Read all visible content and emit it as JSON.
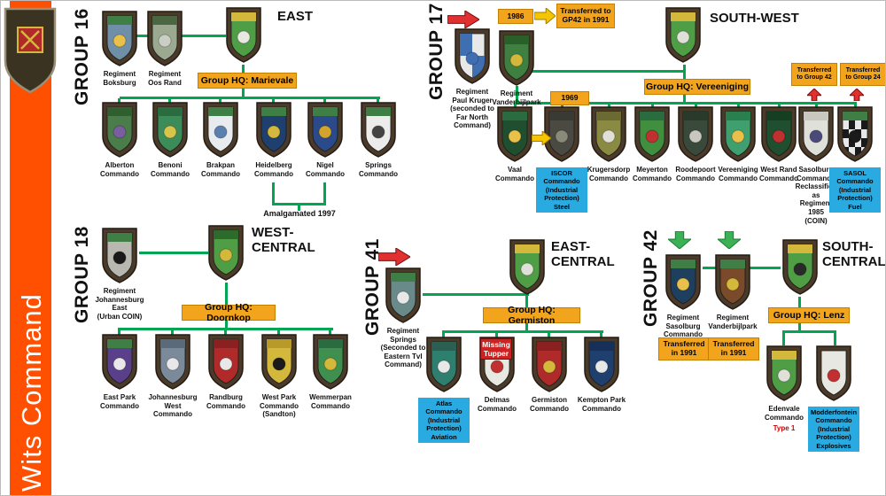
{
  "sidebar": {
    "title": "Wits Command",
    "color": "#fe5000",
    "text_color": "#ffffff"
  },
  "command_badge": {
    "frame": "#3a3322",
    "field": "#b02a2a",
    "emblem": "#d4b83c"
  },
  "colors": {
    "line": "#00a651",
    "yellow_box": "#f2a41c",
    "blue_box": "#29abe2",
    "red_box": "#cc2222",
    "red_arrow": "#e03030",
    "green_arrow": "#3cb054",
    "yellow_arrow": "#f5c500"
  },
  "groups": [
    {
      "name": "GROUP 16",
      "region": "EAST",
      "hq_box": "Group HQ: Marievale",
      "hq_badge": {
        "colors": {
          "field": "#4f9e45",
          "chief": "#d4b83c",
          "emblem": "#e8e8e0"
        }
      },
      "note": "Amalgamated 1997",
      "regiments": [
        {
          "label": "Regiment\nBoksburg",
          "colors": {
            "field": "#6f8fa8",
            "chief": "#3f7f46",
            "emblem": "#e8c04a"
          }
        },
        {
          "label": "Regiment\nOos Rand",
          "colors": {
            "field": "#9aa98f",
            "chief": "#4a6741",
            "emblem": "#c9cfc4"
          }
        }
      ],
      "commandos": [
        {
          "label": "Alberton\nCommando",
          "colors": {
            "field": "#4b7d4b",
            "chief": "#2f5f2f",
            "emblem": "#7a5fa0"
          }
        },
        {
          "label": "Benoni\nCommando",
          "colors": {
            "field": "#3c8c5a",
            "chief": "#2a6b3f",
            "emblem": "#d8c44a"
          }
        },
        {
          "label": "Brakpan\nCommando",
          "colors": {
            "field": "#e8ecef",
            "chief": "#3f7f46",
            "emblem": "#5b7fae"
          }
        },
        {
          "label": "Heidelberg\nCommando",
          "colors": {
            "field": "#1f3f6e",
            "chief": "#3f7f46",
            "emblem": "#d4b83c"
          }
        },
        {
          "label": "Nigel\nCommando",
          "colors": {
            "field": "#2a4a8a",
            "chief": "#3f7f46",
            "emblem": "#d4a32c"
          }
        },
        {
          "label": "Springs\nCommando",
          "colors": {
            "field": "#ececea",
            "chief": "#3f7f46",
            "emblem": "#444444"
          }
        }
      ]
    },
    {
      "name": "GROUP 17",
      "region": "SOUTH-WEST",
      "hq_box": "Group HQ: Vereeniging",
      "hq_badge": {
        "colors": {
          "field": "#4f9e45",
          "chief": "#d4b83c",
          "emblem": "#e0e0d8"
        }
      },
      "year_box_1": "1986",
      "transfer_box": "Transferred to\nGP42 in 1991",
      "year_box_2": "1969",
      "transfer_right_1": "Transferred\nto Group 42",
      "transfer_right_2": "Transferred\nto Group 24",
      "regiments": [
        {
          "label": "Regiment\nPaul Kruger\n(seconded to\nFar North\nCommand)",
          "colors": {
            "field": "#e8e8e8",
            "emblem": "#3f6fb0",
            "pattern": "quarter",
            "alt": "#3f6fb0"
          }
        },
        {
          "label": "Regiment\nVanderbijlpark",
          "colors": {
            "field": "#3f7f3f",
            "chief": "#2a5f2a",
            "emblem": "#d4b83c"
          }
        }
      ],
      "commandos": [
        {
          "label": "Vaal\nCommando",
          "colors": {
            "field": "#1f4f2f",
            "chief": "#2a6b3f",
            "emblem": "#e8c04a"
          }
        },
        {
          "blue": "ISCOR\nCommando\n(Industrial\nProtection)\nSteel",
          "colors": {
            "field": "#4a4a42",
            "chief": "#3a3a34",
            "emblem": "#8a8a7a"
          }
        },
        {
          "label": "Krugersdorp\nCommando",
          "colors": {
            "field": "#8a8a42",
            "chief": "#6a6a32",
            "emblem": "#e0e0d8"
          }
        },
        {
          "label": "Meyerton\nCommando",
          "colors": {
            "field": "#3f8f3f",
            "chief": "#2a6b3f",
            "emblem": "#c03030"
          }
        },
        {
          "label": "Roodepoort\nCommando",
          "colors": {
            "field": "#3a4a3a",
            "chief": "#2a3a2a",
            "emblem": "#c8c8c0"
          }
        },
        {
          "label": "Vereeniging\nCommando",
          "colors": {
            "field": "#3f9f6f",
            "chief": "#2a7f4f",
            "emblem": "#e8c04a"
          }
        },
        {
          "label": "West Rand\nCommando",
          "colors": {
            "field": "#1f4f2f",
            "chief": "#163f22",
            "emblem": "#c03030"
          }
        },
        {
          "label": "Sasolburg\nCommando\nReclassified as\nRegiment\n1985\n(COIN)",
          "colors": {
            "field": "#e0e0da",
            "chief": "#c8c8c0",
            "emblem": "#4a4a7a"
          }
        },
        {
          "blue": "SASOL\nCommando\n(Industrial\nProtection)\nFuel",
          "colors": {
            "field": "#e8e8e8",
            "chief": "#3f7f46",
            "emblem": "#1a1a1a",
            "pattern": "checker",
            "alt": "#1a1a1a"
          }
        }
      ]
    },
    {
      "name": "GROUP 18",
      "region": "WEST-\nCENTRAL",
      "hq_box": "Group HQ: Doornkop",
      "hq_badge": {
        "colors": {
          "field": "#4f9e45",
          "chief": "#2d6b2d",
          "emblem": "#d4b83c"
        }
      },
      "regiments": [
        {
          "label": "Regiment\nJohannesburg\nEast\n(Urban COIN)",
          "colors": {
            "field": "#b8b8b0",
            "chief": "#3f7f46",
            "emblem": "#1a1a1a"
          }
        }
      ],
      "commandos": [
        {
          "label": "East Park\nCommando",
          "colors": {
            "field": "#5a3f8a",
            "chief": "#3f7f46",
            "emblem": "#e8e8e8"
          }
        },
        {
          "label": "Johannesburg\nWest\nCommando",
          "colors": {
            "field": "#7a8a9a",
            "chief": "#5a6a7a",
            "emblem": "#e8e8e8"
          }
        },
        {
          "label": "Randburg\nCommando",
          "colors": {
            "field": "#b02a2a",
            "chief": "#8a2020",
            "emblem": "#e8e8e8"
          }
        },
        {
          "label": "West Park\nCommando\n(Sandton)",
          "colors": {
            "field": "#d4b83c",
            "chief": "#b89a28",
            "emblem": "#1a1a1a"
          }
        },
        {
          "label": "Wemmerpan\nCommando",
          "colors": {
            "field": "#3f8f4f",
            "chief": "#2a6b3f",
            "emblem": "#d4b83c"
          }
        }
      ]
    },
    {
      "name": "GROUP 41",
      "region": "EAST-\nCENTRAL",
      "hq_box": "Group HQ: Germiston",
      "hq_badge": {
        "colors": {
          "field": "#4f9e45",
          "chief": "#d4b83c",
          "emblem": "#e0e0d8"
        }
      },
      "missing_box": "Missing\nTupper",
      "regiments": [
        {
          "label": "Regiment\nSprings\n(Seconded to\nEastern Tvl\nCommand)",
          "colors": {
            "field": "#6a8a8a",
            "chief": "#3f7f46",
            "emblem": "#e8e8e8"
          }
        }
      ],
      "commandos": [
        {
          "blue": "Atlas\nCommando\n(Industrial\nProtection)\nAviation",
          "colors": {
            "field": "#2f7f6f",
            "chief": "#2a5f52",
            "emblem": "#e8e8e8"
          }
        },
        {
          "label": "Delmas\nCommando",
          "colors": {
            "field": "#e8e8e2",
            "chief": "#3f7f46",
            "emblem": "#c03030"
          }
        },
        {
          "label": "Germiston\nCommando",
          "colors": {
            "field": "#b02a2a",
            "chief": "#8a2020",
            "emblem": "#d4b83c"
          }
        },
        {
          "label": "Kempton Park\nCommando",
          "colors": {
            "field": "#1f3f6e",
            "chief": "#16305a",
            "emblem": "#e8e8e8"
          }
        }
      ]
    },
    {
      "name": "GROUP 42",
      "region": "SOUTH-\nCENTRAL",
      "hq_box": "Group HQ: Lenz",
      "hq_badge": {
        "colors": {
          "field": "#4f9e45",
          "chief": "#d4b83c",
          "emblem": "#2a2a2a"
        }
      },
      "transfer_1": "Transferred\nin 1991",
      "transfer_2": "Transferred\nin 1991",
      "regiments": [
        {
          "label": "Regiment\nSasolburg\nCommando",
          "colors": {
            "field": "#1f3f5e",
            "chief": "#3f7f46",
            "emblem": "#e8c04a"
          }
        },
        {
          "label": "Regiment\nVanderbijlpark",
          "colors": {
            "field": "#7a4a2a",
            "chief": "#3f7f46",
            "emblem": "#d4b83c"
          }
        }
      ],
      "commandos": [
        {
          "label": "Edenvale\nCommando",
          "sub": "Type 1",
          "colors": {
            "field": "#4f9e45",
            "chief": "#d4b83c",
            "emblem": "#e0e0d8"
          }
        },
        {
          "blue": "Modderfontein\nCommando\n(Industrial\nProtection)\nExplosives",
          "colors": {
            "field": "#e8e8e2",
            "emblem": "#c03030"
          }
        }
      ]
    }
  ]
}
